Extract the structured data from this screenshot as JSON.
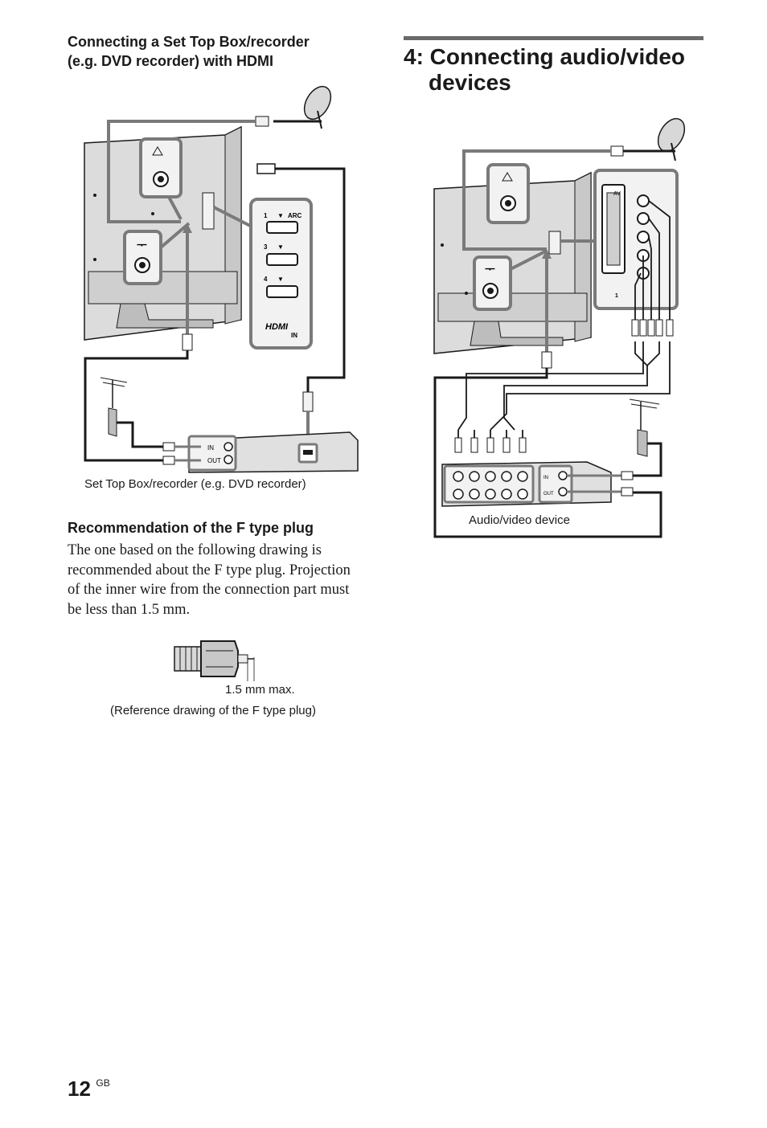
{
  "left": {
    "heading": [
      "Connecting a Set Top Box/recorder",
      "(e.g. DVD recorder) with HDMI"
    ],
    "diagram": {
      "hdmi_ports": [
        "1",
        "3",
        "4"
      ],
      "arc_label": "ARC",
      "hdmi_logo": "HDMI",
      "hdmi_in": "IN",
      "box_in": "IN",
      "box_out": "OUT"
    },
    "caption": "Set Top Box/recorder (e.g. DVD recorder)",
    "f_plug": {
      "heading": "Recommendation of the F type plug",
      "text": "The one based on the following drawing is recommended about the F type plug. Projection of the inner wire from the connection part must be less than 1.5 mm.",
      "dimension": "1.5 mm max.",
      "caption": "(Reference drawing of the F type plug)"
    }
  },
  "right": {
    "heading": [
      "4: Connecting audio/video",
      "devices"
    ],
    "diagram": {
      "av_label": "AV",
      "av_num": "1",
      "device_in": "IN",
      "device_out": "OUT"
    },
    "caption": "Audio/video device"
  },
  "footer": {
    "page_number": "12",
    "region": "GB"
  },
  "colors": {
    "line": "#1a1a1a",
    "callout_border": "#7a7a7a",
    "panel_fill": "#f2f2f2",
    "rule": "#6a6a6a"
  }
}
